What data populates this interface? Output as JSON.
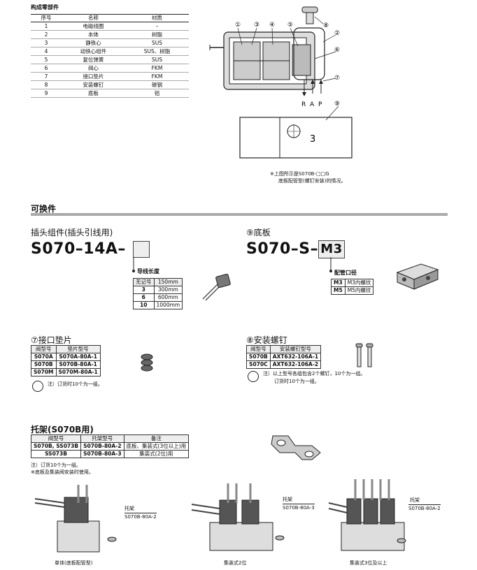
{
  "parts": {
    "title": "构成零部件",
    "headers": [
      "序号",
      "名称",
      "材质"
    ],
    "rows": [
      [
        "1",
        "电磁线圈",
        "–"
      ],
      [
        "2",
        "本体",
        "树脂"
      ],
      [
        "3",
        "静铁心",
        "SUS"
      ],
      [
        "4",
        "动铁心组件",
        "SUS、树脂"
      ],
      [
        "5",
        "复位弹簧",
        "SUS"
      ],
      [
        "6",
        "阀心",
        "FKM"
      ],
      [
        "7",
        "接口垫片",
        "FKM"
      ],
      [
        "8",
        "安装螺钉",
        "碳钢"
      ],
      [
        "9",
        "底板",
        "铝"
      ]
    ]
  },
  "diagram": {
    "callouts": [
      "①",
      "③",
      "④",
      "⑤",
      "⑧",
      "②",
      "⑥",
      "⑦",
      "⑨"
    ],
    "ports": [
      "R",
      "A",
      "P"
    ],
    "plate_number": "3",
    "note_line1": "※上图所示是S070B-□□G",
    "note_line2": "底板配管型(螺钉安装)的情况。"
  },
  "replaceable": {
    "title": "可换件"
  },
  "plug": {
    "title": "插头组件(插头引线用)",
    "model": "S070–14A–",
    "label": "导线长度",
    "headers": [
      "无记号",
      "150mm"
    ],
    "rows": [
      [
        "3",
        "300mm"
      ],
      [
        "6",
        "600mm"
      ],
      [
        "10",
        "1000mm"
      ]
    ]
  },
  "baseplate": {
    "title": "⑨底板",
    "model": "S070–S–",
    "model_code": "M3",
    "label": "配管口径",
    "rows": [
      [
        "M3",
        "M3内螺纹"
      ],
      [
        "M5",
        "M5内螺纹"
      ]
    ]
  },
  "gasket": {
    "title": "⑦接口垫片",
    "headers": [
      "阀型号",
      "垫片型号"
    ],
    "rows": [
      [
        "S070A",
        "S070A-80A-1"
      ],
      [
        "S070B",
        "S070B-80A-1"
      ],
      [
        "S070M",
        "S070M-80A-1"
      ]
    ],
    "note": "注）订货时10个为一组。"
  },
  "screw": {
    "title": "⑧安装螺钉",
    "headers": [
      "阀型号",
      "安装螺钉型号"
    ],
    "rows": [
      [
        "S070B",
        "AXT632-106A-1"
      ],
      [
        "S070C",
        "AXT632-106A-2"
      ]
    ],
    "note1": "注）以上型号各组包含2个螺钉，10个为一组。",
    "note2": "订货时10个为一组。"
  },
  "bracket": {
    "title": "托架(S070B用)",
    "headers": [
      "阀型号",
      "托架型号",
      "备注"
    ],
    "rows": [
      [
        "S070B, SS073B",
        "S070B-80A-2",
        "底板、集装式(3位以上)用"
      ],
      [
        "SS073B",
        "S070B-80A-3",
        "集装式(2位)用"
      ]
    ],
    "note1": "注）订货10个为一组。",
    "note2": "※底板及集装阀安装时使用。"
  },
  "illustrations": [
    {
      "callout_title": "托架",
      "callout_model": "S070B-80A-2",
      "caption": "单体(底板配管型)"
    },
    {
      "callout_title": "托架",
      "callout_model": "S070B-80A-3",
      "caption": "集装式2位"
    },
    {
      "callout_title": "托架",
      "callout_model": "S070B-80A-2",
      "caption": "集装式3位及以上"
    }
  ]
}
